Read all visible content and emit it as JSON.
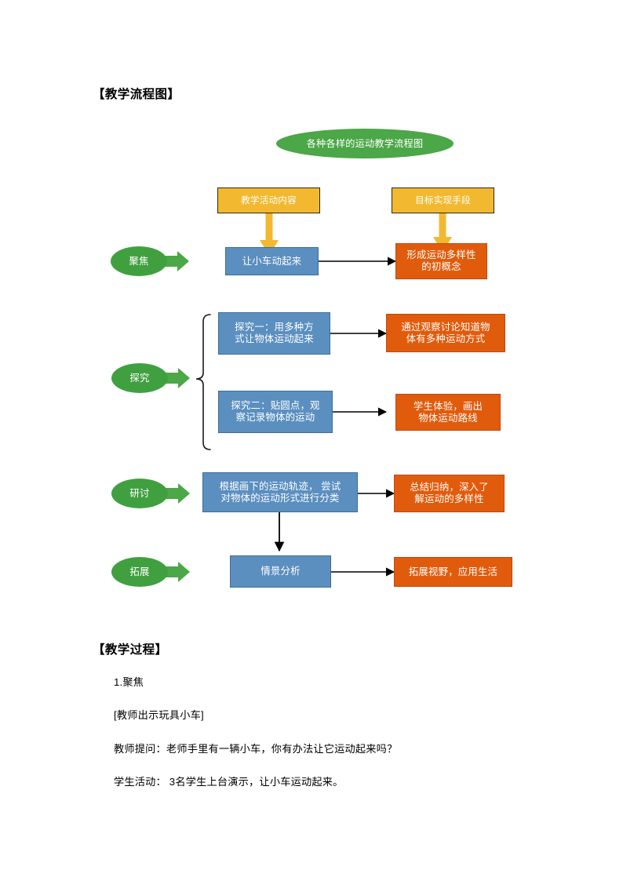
{
  "document": {
    "heading_flowchart": "【教学流程图】",
    "heading_process": "【教学过程】",
    "paragraphs": [
      "1.聚焦",
      "[教师出示玩具小车]",
      "教师提问：老师手里有一辆小车，你有办法让它运动起来吗？",
      "学生活动： 3名学生上台演示，让小车运动起来。"
    ]
  },
  "flowchart": {
    "title": "各种各样的运动教学流程图",
    "column_headers": {
      "activity": "教学活动内容",
      "goal": "目标实现手段"
    },
    "stages": [
      {
        "label": "聚焦"
      },
      {
        "label": "探究"
      },
      {
        "label": "研讨"
      },
      {
        "label": "拓展"
      }
    ],
    "activities": [
      {
        "text": "让小车动起来"
      },
      {
        "text": "探究一：用多种方\n式让物体运动起来"
      },
      {
        "text": "探究二：贴圆点，观\n察记录物体的运动"
      },
      {
        "text": "根据画下的运动轨迹， 尝试\n对物体的运动形式进行分类"
      },
      {
        "text": "情景分析"
      }
    ],
    "goals": [
      {
        "text": "形成运动多样性\n的初概念"
      },
      {
        "text": "通过观察讨论知道物\n体有多种运动方式"
      },
      {
        "text": "学生体验，画出\n物体运动路线"
      },
      {
        "text": "总结归纳，深入了\n解运动的多样性"
      },
      {
        "text": "拓展视野，应用生活"
      }
    ],
    "colors": {
      "title_green": "#4BA747",
      "stage_green": "#40A040",
      "header_yellow": "#F2B930",
      "activity_blue": "#5B8FC0",
      "goal_orange": "#E15B0C",
      "connector_black": "#000000",
      "connector_yellow": "#F2B930",
      "connector_green": "#4BA747"
    }
  }
}
